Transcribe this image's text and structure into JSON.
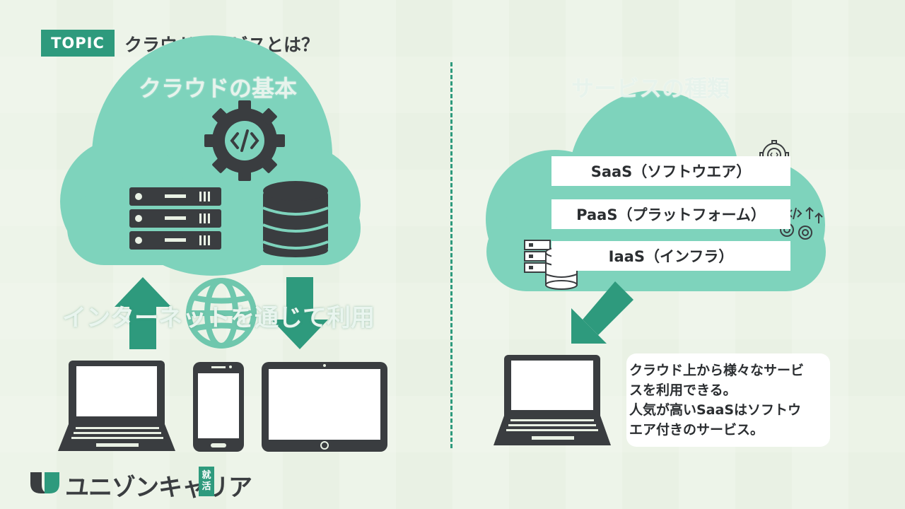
{
  "header": {
    "badge": "TOPIC",
    "title": "クラウドサービスとは？"
  },
  "left": {
    "title": "クラウドの基本",
    "overlay": "インターネットを通じて利用"
  },
  "right": {
    "title": "サービスの種類",
    "services": [
      "SaaS（ソフトウエア）",
      "PaaS（プラットフォーム）",
      "IaaS（インフラ）"
    ],
    "note_lines": [
      "クラウド上から様々なサービ",
      "スを利用できる。",
      "人気が高いSaaSはソフトウ",
      "エア付きのサービス。"
    ]
  },
  "brand": {
    "name": "ユニゾンキャリア",
    "tag_line1": "就",
    "tag_line2": "活"
  },
  "colors": {
    "accent": "#2e9a7d",
    "cloud": "#7ed3bc",
    "icon_dark": "#3a3d40"
  },
  "icons": [
    "gear-code-icon",
    "server-rack-icon",
    "database-icon",
    "globe-icon",
    "arrow-up-icon",
    "arrow-down-icon",
    "laptop-icon",
    "smartphone-icon",
    "tablet-icon",
    "arrow-down-left-icon",
    "brand-logo-icon"
  ]
}
